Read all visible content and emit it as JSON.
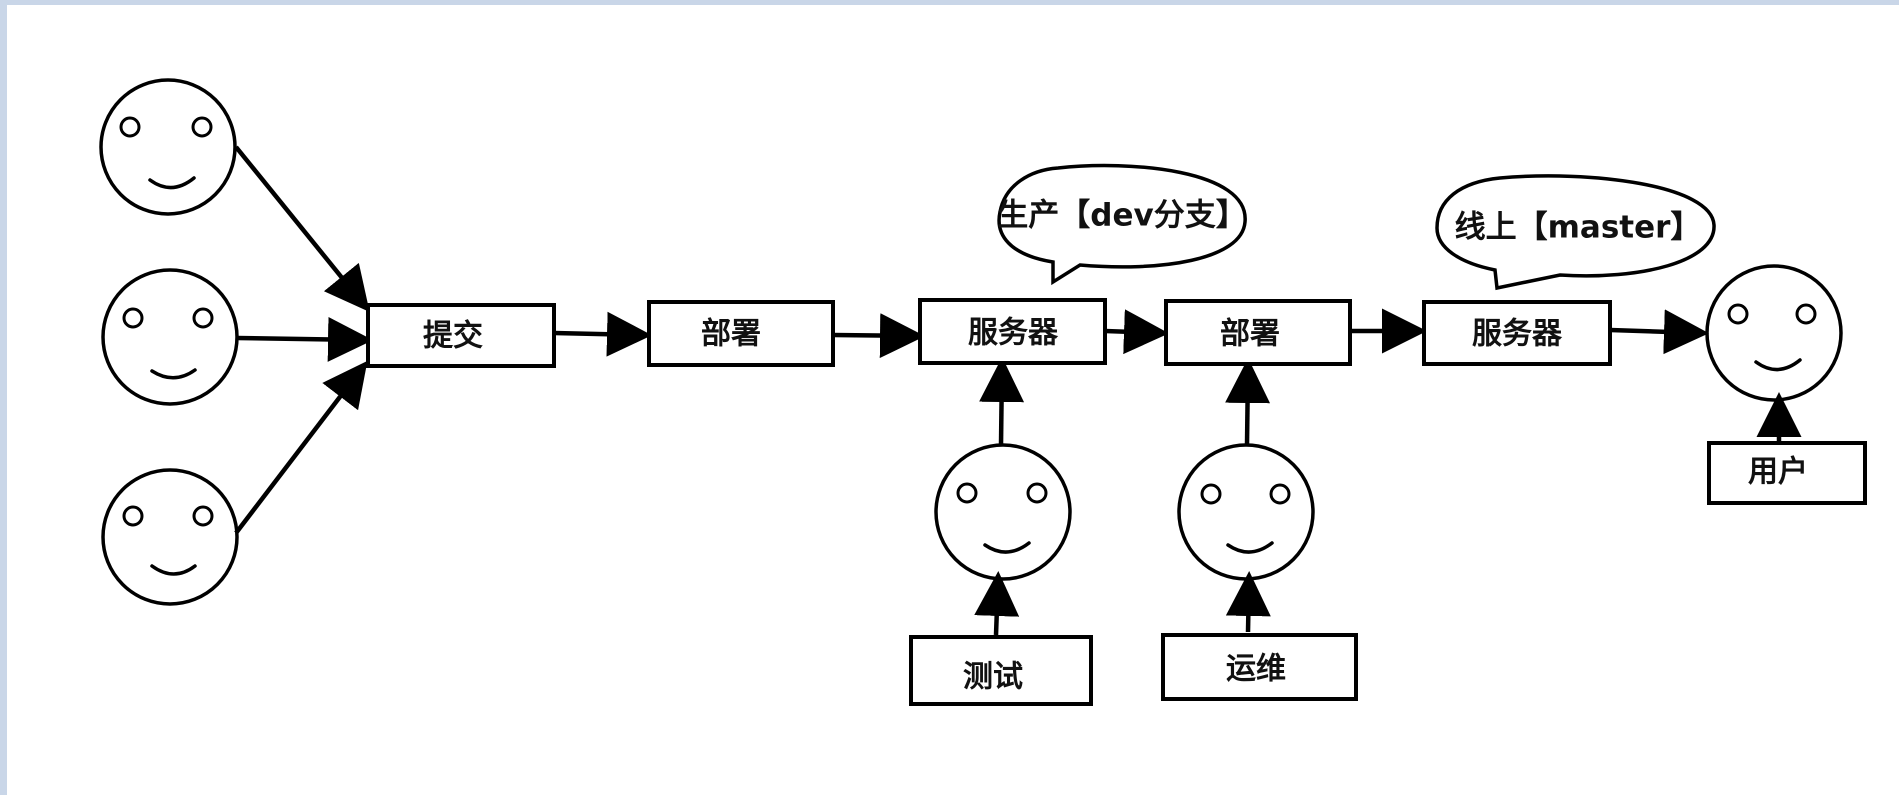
{
  "diagram": {
    "nodes": {
      "commit": "提交",
      "deploy1": "部署",
      "server1": "服务器",
      "deploy2": "部署",
      "server2": "服务器",
      "tester": "测试",
      "ops": "运维",
      "user": "用户"
    },
    "bubbles": {
      "dev": "生产【dev分支】",
      "master": "线上【master】"
    }
  }
}
